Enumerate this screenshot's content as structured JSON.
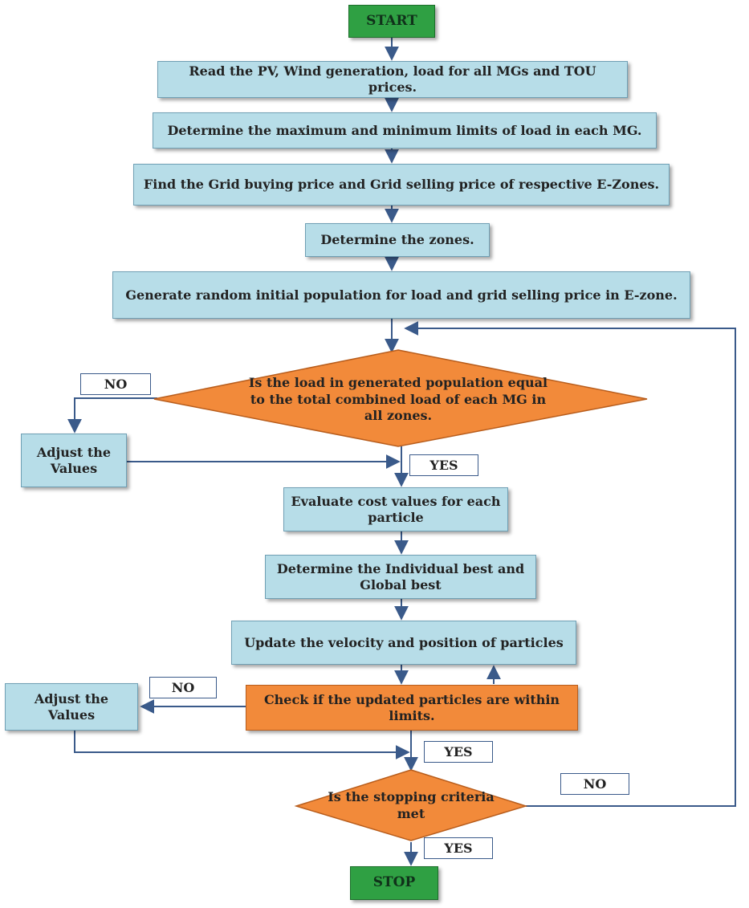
{
  "nodes": {
    "start": "START",
    "read_inputs": "Read the PV, Wind generation, load for all MGs and TOU prices.",
    "determine_limits": "Determine the maximum and minimum limits of load in each MG.",
    "find_prices": "Find the Grid buying price and Grid selling price of respective E-Zones.",
    "determine_zones": "Determine the zones.",
    "generate_population": "Generate random initial population for load and grid selling price in E-zone.",
    "load_check": "Is the load in generated population equal to the total combined load of each MG in all zones.",
    "adjust_values_1": "Adjust the Values",
    "evaluate_cost": "Evaluate cost values for each particle",
    "determine_best": "Determine the Individual best and Global best",
    "update_velocity": "Update the velocity and position of particles",
    "limits_check": "Check if the updated particles are within limits.",
    "adjust_values_2": "Adjust the Values",
    "stopping_check": "Is the stopping criteria met",
    "stop": "STOP"
  },
  "labels": {
    "no_1": "NO",
    "yes_1": "YES",
    "no_2": "NO",
    "yes_2": "YES",
    "no_3": "NO",
    "yes_3": "YES"
  },
  "colors": {
    "process": "#b7dde8",
    "terminal": "#2fa043",
    "decision": "#f28a3a",
    "connector": "#3a5a8a"
  }
}
